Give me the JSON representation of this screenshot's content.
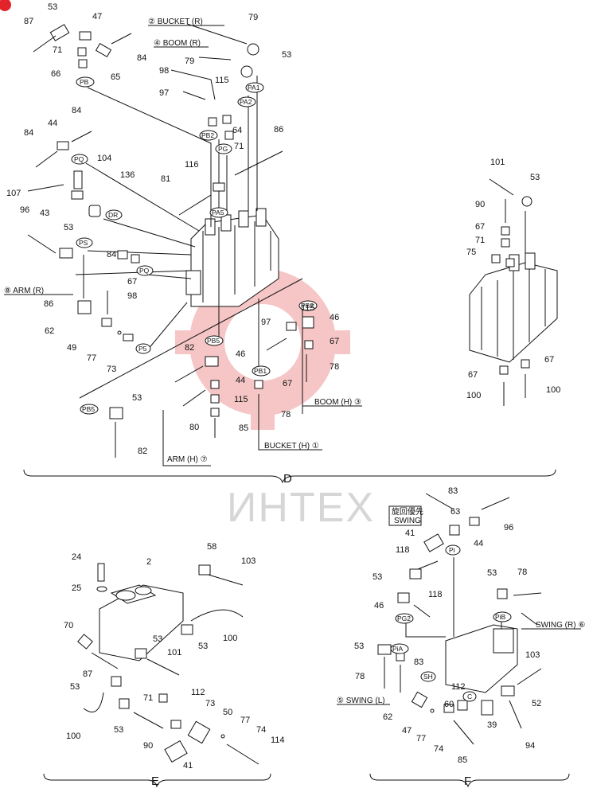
{
  "sections": {
    "d": "D",
    "e": "E",
    "f": "F"
  },
  "watermark": "ИНТЕХ",
  "captions": {
    "bucket_r": "② BUCKET (R)",
    "boom_r": "④ BOOM (R)",
    "arm_r": "⑧ ARM (R)",
    "boom_h": "BOOM (H) ③",
    "bucket_h": "BUCKET (H) ①",
    "arm_h": "ARM (H) ⑦",
    "swing_priority": "旋回優先",
    "swing": "SWING",
    "swing_r": "SWING (R) ⑥",
    "swing_l": "⑤ SWING (L)"
  },
  "ports": {
    "pb": "PB",
    "pa1": "PA1",
    "pa2": "PA2",
    "pb2_top": "PB2",
    "pg": "PG",
    "pq_left": "PQ",
    "dr": "DR",
    "pa5": "PA5",
    "ps": "PS",
    "pq_mid": "PQ",
    "p5": "P5",
    "pb5_mid": "PB5",
    "pb2_right": "PB2",
    "pb1": "PB1",
    "pb5_low": "PB5",
    "pi": "Pi",
    "pg2": "PG2",
    "pib": "PiB",
    "pia": "PiA",
    "sh": "SH",
    "c": "C"
  },
  "labels": {
    "d": [
      {
        "id": "53a",
        "text": "53"
      },
      {
        "id": "87",
        "text": "87"
      },
      {
        "id": "47",
        "text": "47"
      },
      {
        "id": "71a",
        "text": "71"
      },
      {
        "id": "84a",
        "text": "84"
      },
      {
        "id": "66",
        "text": "66"
      },
      {
        "id": "65",
        "text": "65"
      },
      {
        "id": "79a",
        "text": "79"
      },
      {
        "id": "79b",
        "text": "79"
      },
      {
        "id": "53b",
        "text": "53"
      },
      {
        "id": "98a",
        "text": "98"
      },
      {
        "id": "115a",
        "text": "115"
      },
      {
        "id": "97a",
        "text": "97"
      },
      {
        "id": "64",
        "text": "64"
      },
      {
        "id": "71b",
        "text": "71"
      },
      {
        "id": "84b",
        "text": "84"
      },
      {
        "id": "44a",
        "text": "44"
      },
      {
        "id": "84c",
        "text": "84"
      },
      {
        "id": "86a",
        "text": "86"
      },
      {
        "id": "104",
        "text": "104"
      },
      {
        "id": "136",
        "text": "136"
      },
      {
        "id": "116",
        "text": "116"
      },
      {
        "id": "107",
        "text": "107"
      },
      {
        "id": "81",
        "text": "81"
      },
      {
        "id": "43",
        "text": "43"
      },
      {
        "id": "96a",
        "text": "96"
      },
      {
        "id": "53c",
        "text": "53"
      },
      {
        "id": "84d",
        "text": "84"
      },
      {
        "id": "67a",
        "text": "67"
      },
      {
        "id": "86b",
        "text": "86"
      },
      {
        "id": "98b",
        "text": "98"
      },
      {
        "id": "62a",
        "text": "62"
      },
      {
        "id": "49",
        "text": "49"
      },
      {
        "id": "77a",
        "text": "77"
      },
      {
        "id": "73a",
        "text": "73"
      },
      {
        "id": "115b",
        "text": "115"
      },
      {
        "id": "46a",
        "text": "46"
      },
      {
        "id": "97b",
        "text": "97"
      },
      {
        "id": "67b",
        "text": "67"
      },
      {
        "id": "82a",
        "text": "82"
      },
      {
        "id": "46b",
        "text": "46"
      },
      {
        "id": "78a",
        "text": "78"
      },
      {
        "id": "44b",
        "text": "44"
      },
      {
        "id": "67c",
        "text": "67"
      },
      {
        "id": "115c",
        "text": "115"
      },
      {
        "id": "53d",
        "text": "53"
      },
      {
        "id": "78b",
        "text": "78"
      },
      {
        "id": "80",
        "text": "80"
      },
      {
        "id": "85a",
        "text": "85"
      },
      {
        "id": "82b",
        "text": "82"
      },
      {
        "id": "101a",
        "text": "101"
      },
      {
        "id": "53e",
        "text": "53"
      },
      {
        "id": "90a",
        "text": "90"
      },
      {
        "id": "67d",
        "text": "67"
      },
      {
        "id": "71c",
        "text": "71"
      },
      {
        "id": "75",
        "text": "75"
      },
      {
        "id": "67e",
        "text": "67"
      },
      {
        "id": "67f",
        "text": "67"
      },
      {
        "id": "100a",
        "text": "100"
      },
      {
        "id": "100b",
        "text": "100"
      }
    ],
    "e": [
      {
        "id": "24",
        "text": "24"
      },
      {
        "id": "2",
        "text": "2"
      },
      {
        "id": "58",
        "text": "58"
      },
      {
        "id": "103a",
        "text": "103"
      },
      {
        "id": "25",
        "text": "25"
      },
      {
        "id": "70",
        "text": "70"
      },
      {
        "id": "100c",
        "text": "100"
      },
      {
        "id": "53f",
        "text": "53"
      },
      {
        "id": "101b",
        "text": "101"
      },
      {
        "id": "53g",
        "text": "53"
      },
      {
        "id": "87b",
        "text": "87"
      },
      {
        "id": "53h",
        "text": "53"
      },
      {
        "id": "71d",
        "text": "71"
      },
      {
        "id": "112a",
        "text": "112"
      },
      {
        "id": "73b",
        "text": "73"
      },
      {
        "id": "100d",
        "text": "100"
      },
      {
        "id": "53i",
        "text": "53"
      },
      {
        "id": "90b",
        "text": "90"
      },
      {
        "id": "50",
        "text": "50"
      },
      {
        "id": "77b",
        "text": "77"
      },
      {
        "id": "74a",
        "text": "74"
      },
      {
        "id": "114",
        "text": "114"
      },
      {
        "id": "41a",
        "text": "41"
      }
    ],
    "f": [
      {
        "id": "83a",
        "text": "83"
      },
      {
        "id": "41b",
        "text": "41"
      },
      {
        "id": "63",
        "text": "63"
      },
      {
        "id": "96b",
        "text": "96"
      },
      {
        "id": "44c",
        "text": "44"
      },
      {
        "id": "118a",
        "text": "118"
      },
      {
        "id": "53j",
        "text": "53"
      },
      {
        "id": "78c",
        "text": "78"
      },
      {
        "id": "53k",
        "text": "53"
      },
      {
        "id": "118b",
        "text": "118"
      },
      {
        "id": "46c",
        "text": "46"
      },
      {
        "id": "53l",
        "text": "53"
      },
      {
        "id": "83b",
        "text": "83"
      },
      {
        "id": "103b",
        "text": "103"
      },
      {
        "id": "78d",
        "text": "78"
      },
      {
        "id": "112b",
        "text": "112"
      },
      {
        "id": "52",
        "text": "52"
      },
      {
        "id": "62b",
        "text": "62"
      },
      {
        "id": "47b",
        "text": "47"
      },
      {
        "id": "60",
        "text": "60"
      },
      {
        "id": "39",
        "text": "39"
      },
      {
        "id": "77c",
        "text": "77"
      },
      {
        "id": "74b",
        "text": "74"
      },
      {
        "id": "85b",
        "text": "85"
      },
      {
        "id": "94",
        "text": "94"
      }
    ]
  },
  "colors": {
    "line": "#111111",
    "watermark_gear": "#f4b3b3",
    "watermark_text": "#d6d6d6",
    "corner_badge": "#e2232a"
  }
}
